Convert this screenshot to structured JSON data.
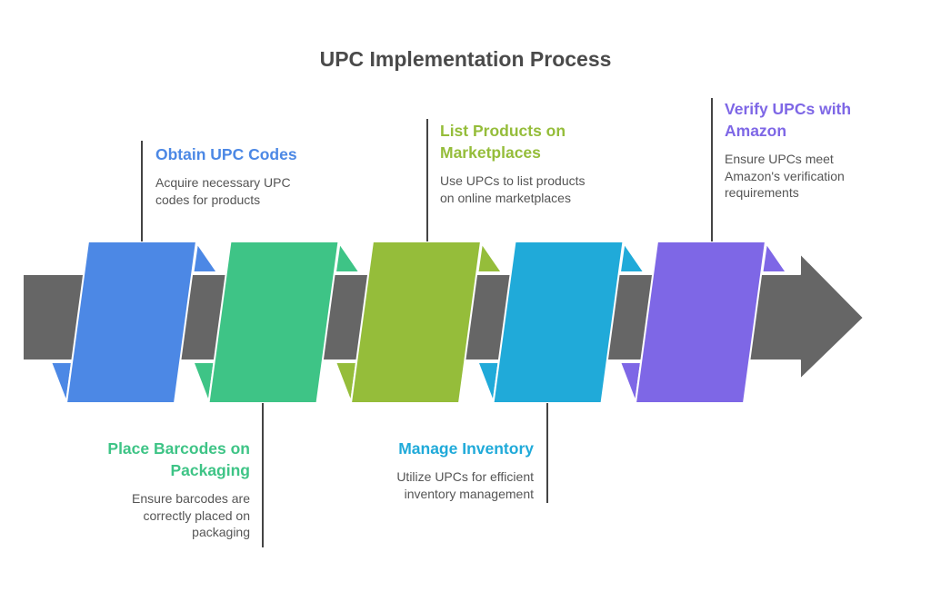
{
  "title": "UPC Implementation Process",
  "colors": {
    "band": "#666666",
    "connector_line": "#444444",
    "text": "#555555"
  },
  "steps": [
    {
      "heading": "Obtain UPC Codes",
      "description": "Acquire necessary UPC codes for products",
      "color": "#4C88E5",
      "position": "top"
    },
    {
      "heading": "Place Barcodes on Packaging",
      "description": "Ensure barcodes are correctly placed on packaging",
      "color": "#3EC486",
      "position": "bottom"
    },
    {
      "heading": "List Products on Marketplaces",
      "description": "Use UPCs to list products on online marketplaces",
      "color": "#95BD3A",
      "position": "top"
    },
    {
      "heading": "Manage Inventory",
      "description": "Utilize UPCs for efficient inventory management",
      "color": "#20AAD9",
      "position": "bottom"
    },
    {
      "heading": "Verify UPCs with Amazon",
      "description": "Ensure UPCs meet Amazon's verification requirements",
      "color": "#7E67E6",
      "position": "top"
    }
  ]
}
